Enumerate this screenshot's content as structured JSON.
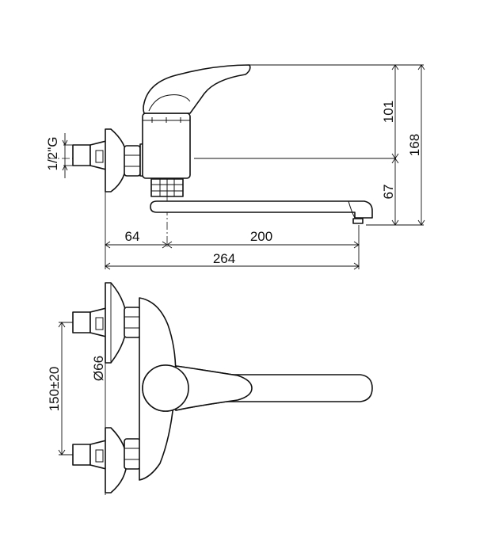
{
  "dimensions": {
    "height_handle": "101",
    "height_total": "168",
    "height_spout": "67",
    "thread": "1/2\"G",
    "wall_to_axis": "64",
    "spout_reach": "200",
    "total_reach": "264",
    "rosette_diameter": "Ø66",
    "inlet_spacing": "150±20"
  }
}
